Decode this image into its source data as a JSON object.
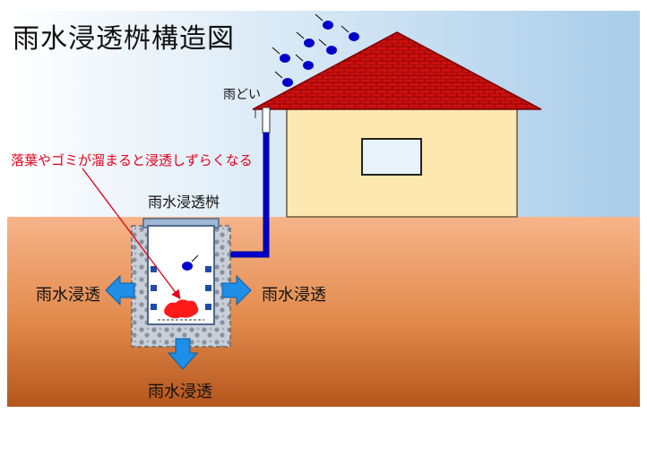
{
  "diagram": {
    "title": "雨水浸透桝構造図",
    "labels": {
      "gutter": "雨どい",
      "basin": "雨水浸透桝",
      "warning": "落葉やゴミが溜まると浸透しずらくなる",
      "infiltration_left": "雨水浸透",
      "infiltration_right": "雨水浸透",
      "infiltration_bottom": "雨水浸透"
    },
    "colors": {
      "sky": "#b9d7ee",
      "soil_top": "#f6b48a",
      "soil_bottom": "#b4561d",
      "roof": "#cc0000",
      "house_wall": "#fde8b0",
      "water": "#0000cc",
      "arrow": "#1e8ee6",
      "debris": "#ff0000",
      "warning_text": "#e0001b"
    }
  }
}
